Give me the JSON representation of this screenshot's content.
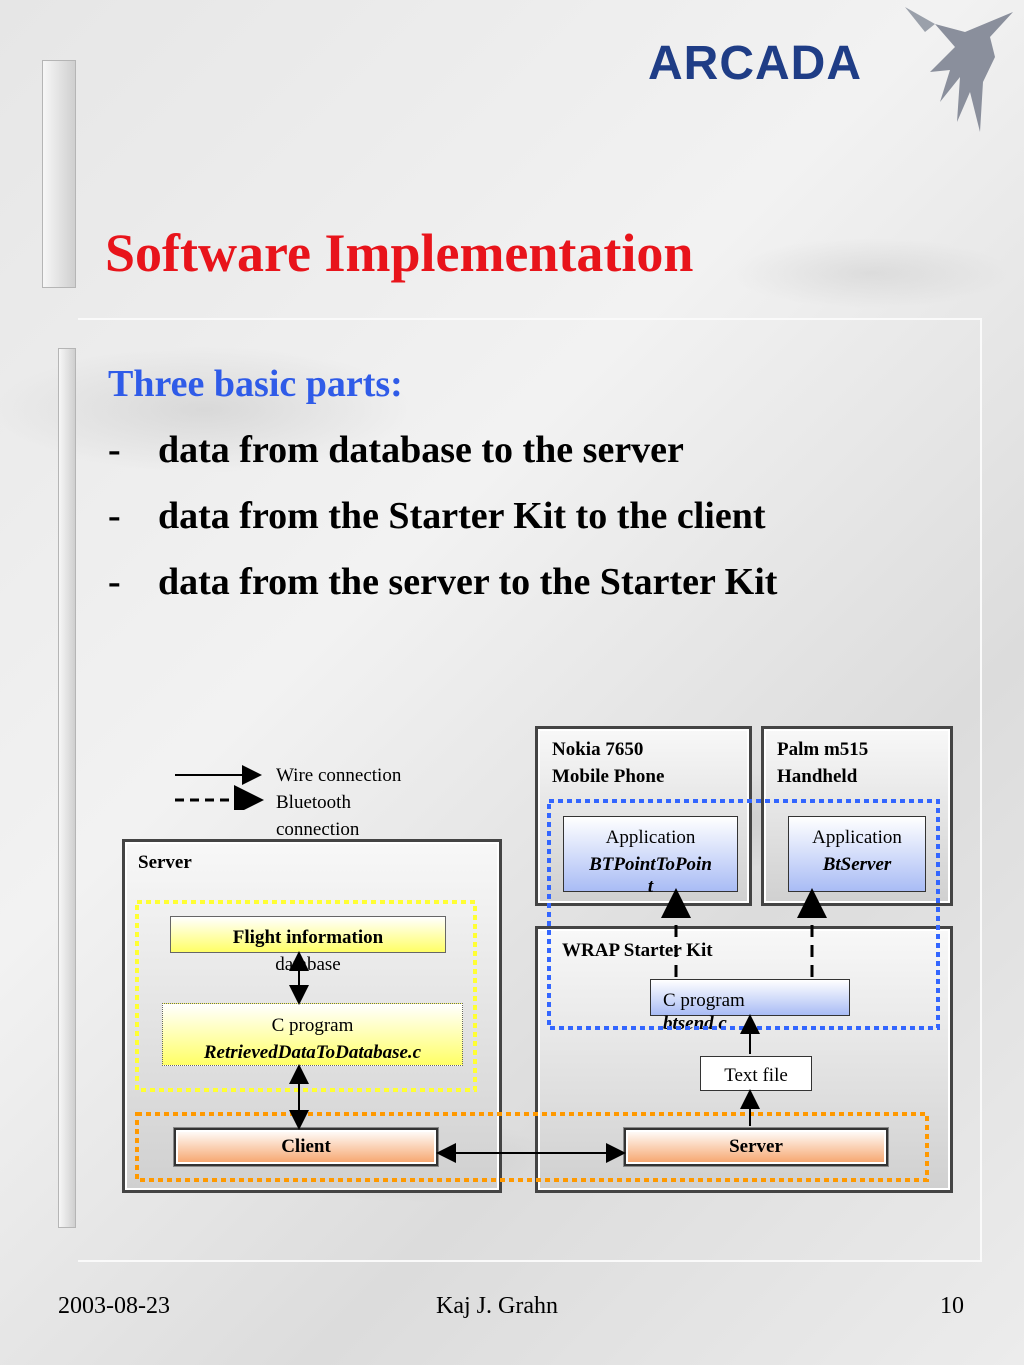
{
  "slide": {
    "title": "Software Implementation",
    "subtitle": "Three basic parts:",
    "bullets": [
      {
        "marker": "-",
        "text": "data from database to the server"
      },
      {
        "marker": "-",
        "text": "data from the Starter Kit to the client"
      },
      {
        "marker": "-",
        "text": "data from the server to the Starter Kit"
      }
    ],
    "footer": {
      "date": "2003-08-23",
      "author": "Kaj J. Grahn",
      "page": "10"
    }
  },
  "logo": {
    "text": "ARCADA"
  },
  "diagram": {
    "legend": {
      "wire": "Wire connection",
      "bluetooth_line1": "Bluetooth",
      "bluetooth_line2": "connection"
    },
    "server_panel": {
      "label": "Server",
      "flight_db_line1": "Flight information",
      "flight_db_line2": "database",
      "cprogram_line1": "C program",
      "cprogram_line2": "RetrievedDataToDatabase.c",
      "client": "Client"
    },
    "nokia_panel": {
      "line1": "Nokia 7650",
      "line2": "Mobile Phone",
      "app_line1": "Application",
      "app_line2": "BTPointToPoin",
      "app_line3": "t"
    },
    "palm_panel": {
      "line1": "Palm m515",
      "line2": "Handheld",
      "app_line1": "Application",
      "app_line2": "BtServer"
    },
    "wrap_panel": {
      "label": "WRAP Starter Kit",
      "cprogram_line1": "C program",
      "cprogram_line2": "btsend.c",
      "textfile": "Text file",
      "server": "Server"
    },
    "colors": {
      "yellow_group": "#ffff33",
      "orange_group": "#ff9900",
      "blue_group": "#3366ff"
    }
  }
}
